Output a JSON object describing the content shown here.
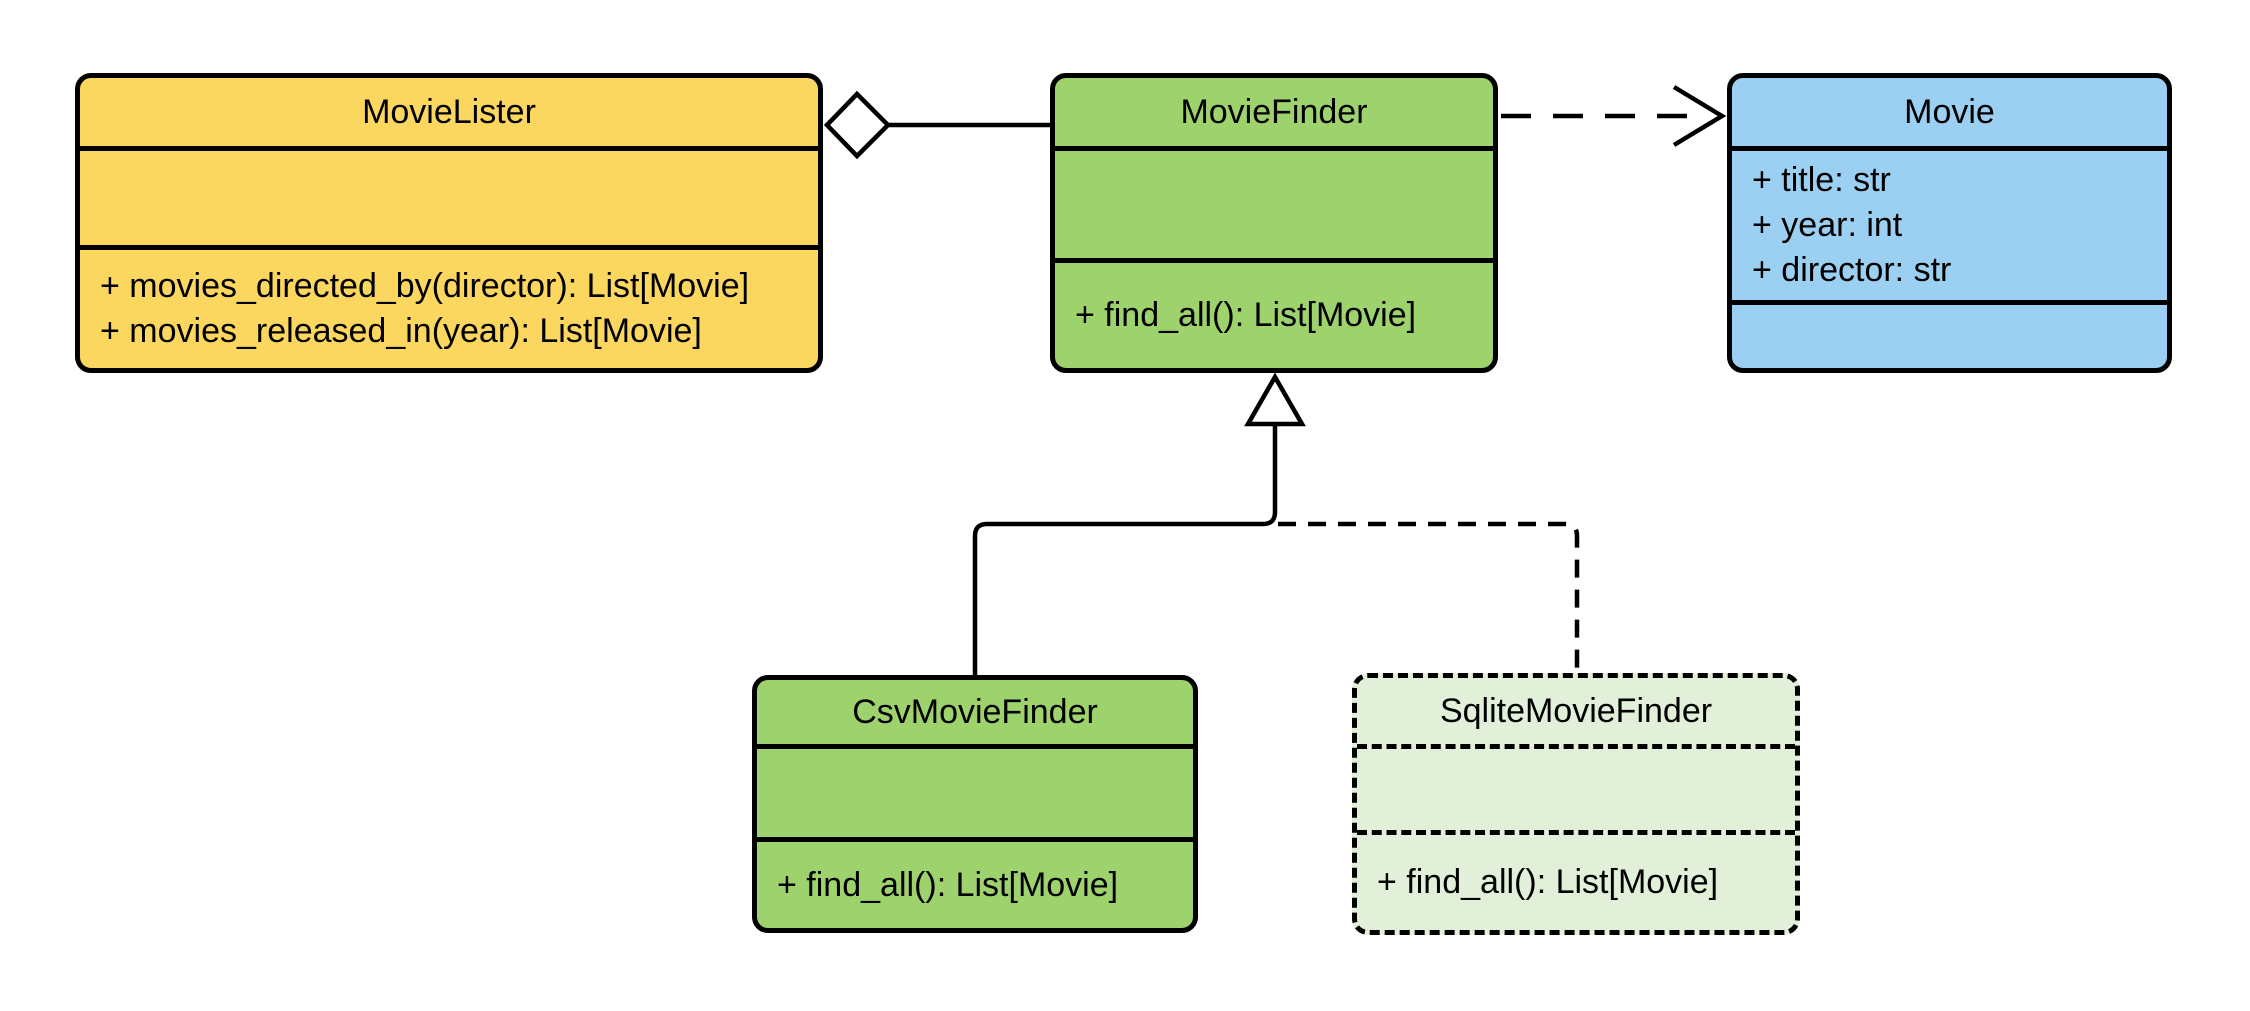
{
  "colors": {
    "stroke": "#000000",
    "background": "#ffffff",
    "yellow": "#FBD75F",
    "green": "#9DD26D",
    "blue": "#9CD0F2",
    "pale_green": "#E2F0DA"
  },
  "classes": [
    {
      "name": "MovieLister",
      "fill": "#FBD75F",
      "border": "solid",
      "attributes": [],
      "methods": [
        "+ movies_directed_by(director): List[Movie]",
        "+ movies_released_in(year): List[Movie]"
      ]
    },
    {
      "name": "MovieFinder",
      "fill": "#9DD26D",
      "border": "solid",
      "attributes": [],
      "methods": [
        "+ find_all(): List[Movie]"
      ]
    },
    {
      "name": "Movie",
      "fill": "#9CD0F2",
      "border": "solid",
      "attributes": [
        "+ title: str",
        "+ year: int",
        "+ director: str"
      ],
      "methods": []
    },
    {
      "name": "CsvMovieFinder",
      "fill": "#9DD26D",
      "border": "solid",
      "attributes": [],
      "methods": [
        "+ find_all(): List[Movie]"
      ]
    },
    {
      "name": "SqliteMovieFinder",
      "fill": "#E2F0DA",
      "border": "dashed",
      "attributes": [],
      "methods": [
        "+ find_all(): List[Movie]"
      ]
    }
  ],
  "relationships": [
    {
      "type": "aggregation",
      "source": "MovieLister",
      "target": "MovieFinder",
      "line": "solid",
      "marker": "hollow-diamond-at-source"
    },
    {
      "type": "dependency",
      "source": "MovieFinder",
      "target": "Movie",
      "line": "dashed",
      "marker": "open-arrow-at-target"
    },
    {
      "type": "generalization",
      "source": "CsvMovieFinder",
      "target": "MovieFinder",
      "line": "solid",
      "marker": "hollow-triangle-at-target"
    },
    {
      "type": "generalization",
      "source": "SqliteMovieFinder",
      "target": "MovieFinder",
      "line": "dashed",
      "marker": "hollow-triangle-at-target"
    }
  ]
}
